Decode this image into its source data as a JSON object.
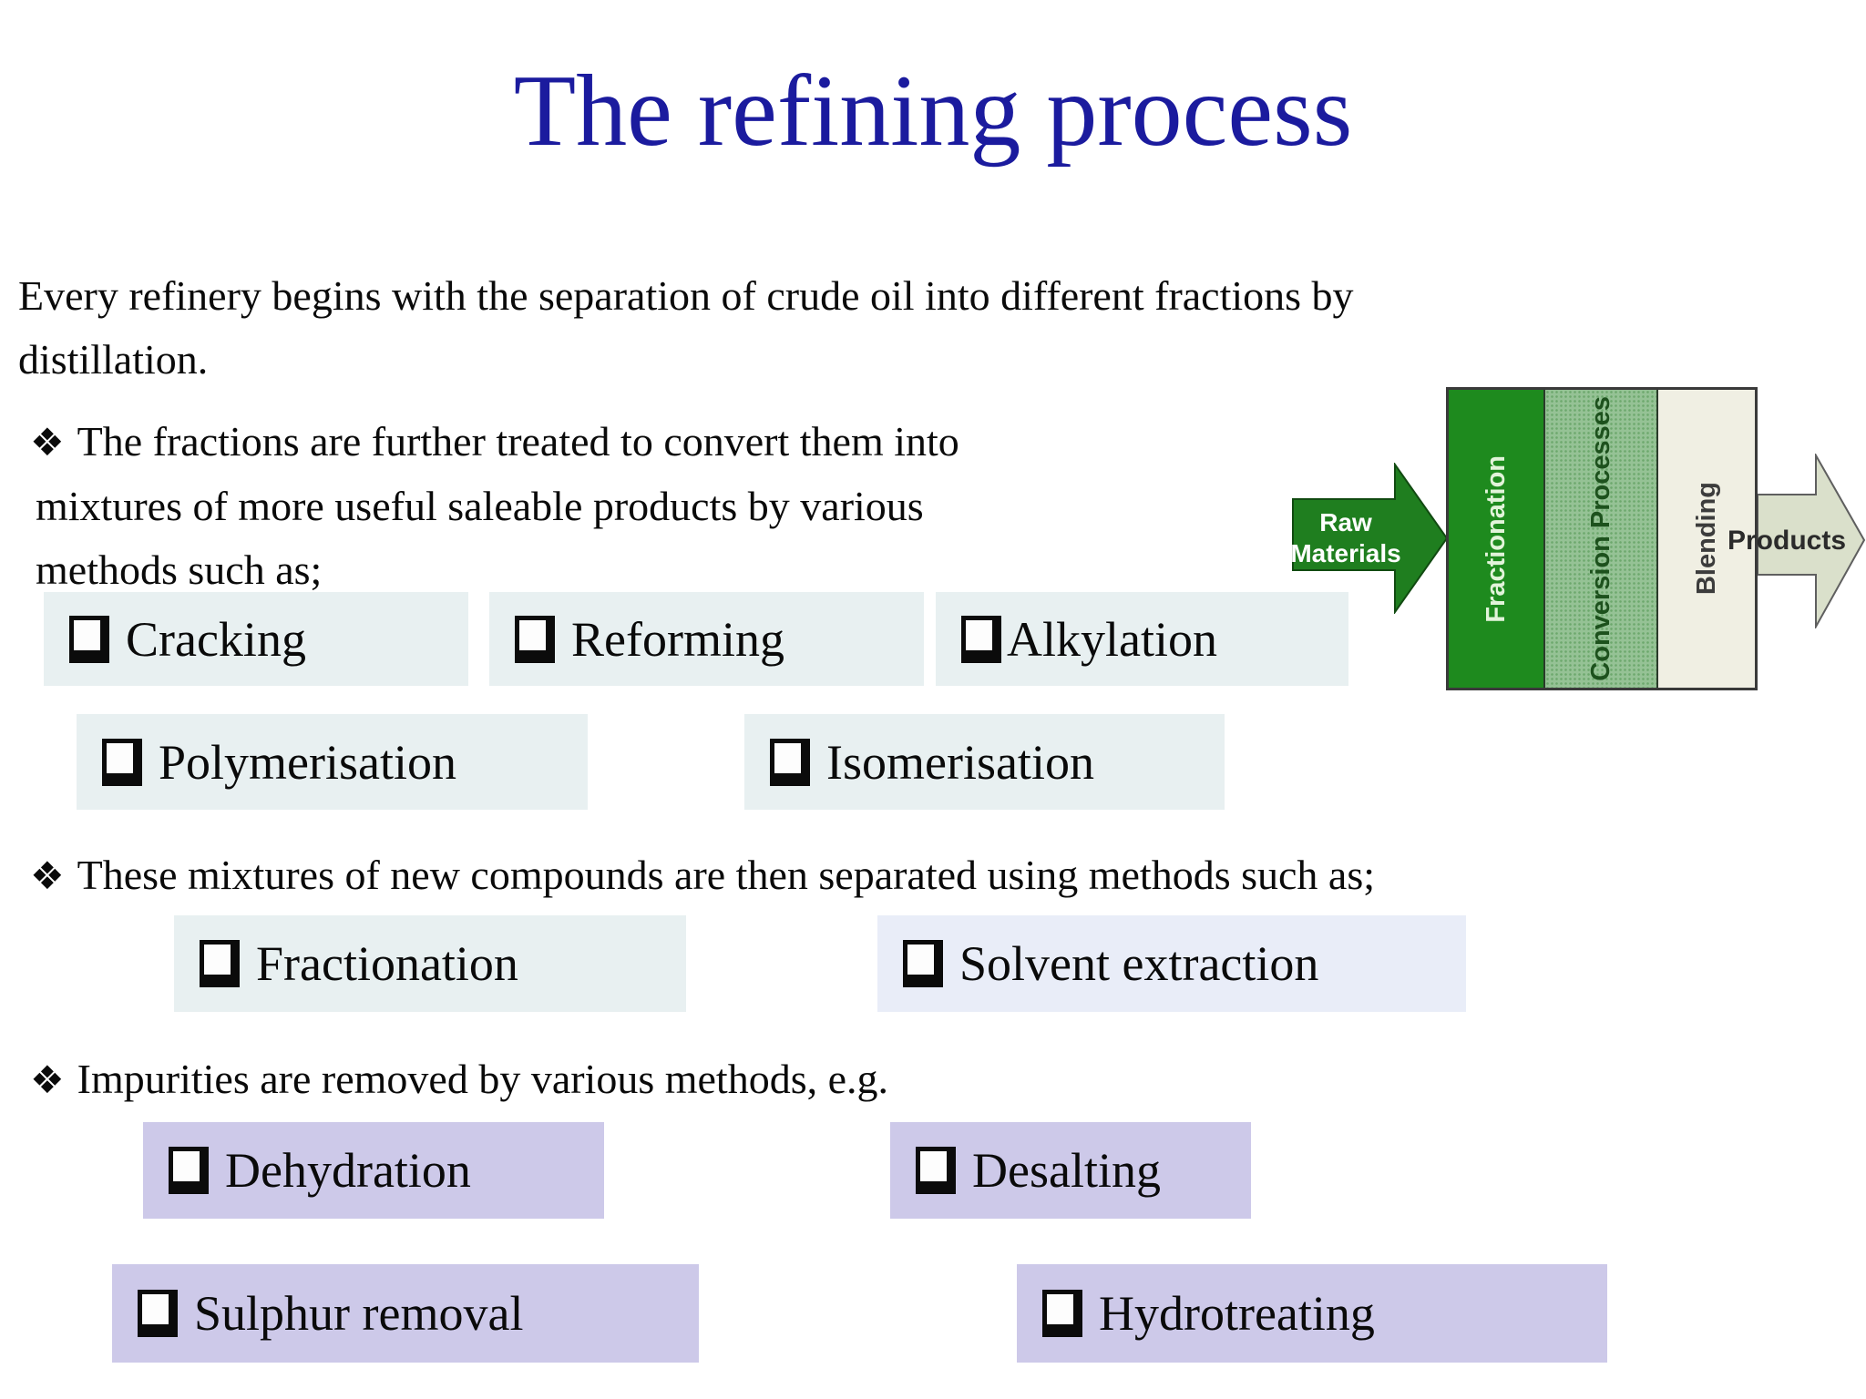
{
  "slide": {
    "title": "The refining process",
    "intro_lines": [
      "Every refinery begins with the separation of crude oil into different fractions by",
      "distillation."
    ],
    "bullet_marker": "❖",
    "checkbox_marker": "❑",
    "sections": [
      {
        "bullet_lines": [
          "The fractions are further treated to convert them into",
          "mixtures of more useful saleable products by various",
          "methods such as;"
        ],
        "items": [
          "Cracking",
          "Reforming",
          "Alkylation",
          "Polymerisation",
          "Isomerisation"
        ]
      },
      {
        "bullet_lines": [
          "These mixtures of new compounds are then separated using methods such as;"
        ],
        "items": [
          "Fractionation",
          "Solvent extraction"
        ]
      },
      {
        "bullet_lines": [
          "Impurities are removed by various methods, e.g."
        ],
        "items": [
          "Dehydration",
          "Desalting",
          "Sulphur removal",
          "Hydrotreating"
        ]
      }
    ],
    "colors": {
      "title_text": "#1b1b9e",
      "treatment_box_bg": "#e8f0f1",
      "impurity_box_bg": "#cdc9e9",
      "input_arrow": "#1f7e1f",
      "fractionation_bg": "#1e8a1e",
      "conversion_bg": "#95c295",
      "blending_bg": "#f0efe3",
      "output_arrow": "#dae0cb"
    },
    "diagram": {
      "input_label": "Raw Materials",
      "stages": [
        "Fractionation",
        "Conversion Processes",
        "Blending"
      ],
      "output_label": "Products"
    }
  }
}
